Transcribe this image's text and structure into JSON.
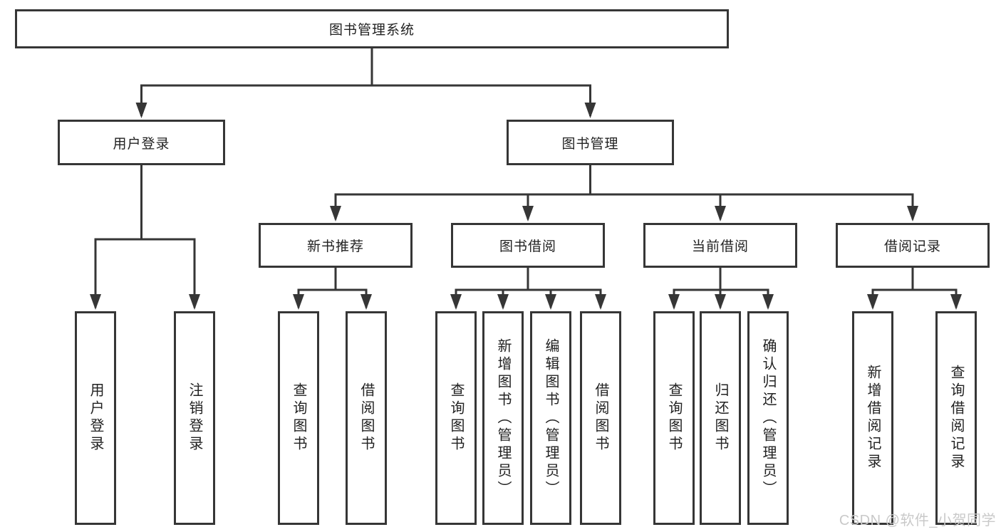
{
  "diagram_title": "图书管理系统",
  "tree": {
    "root": {
      "label": "图书管理系统"
    },
    "branches": [
      {
        "label": "用户登录",
        "leaves": [
          {
            "label": "用户登录"
          },
          {
            "label": "注销登录"
          }
        ]
      },
      {
        "label": "图书管理",
        "groups": [
          {
            "label": "新书推荐",
            "leaves": [
              {
                "label": "查询图书"
              },
              {
                "label": "借阅图书"
              }
            ]
          },
          {
            "label": "图书借阅",
            "leaves": [
              {
                "label": "查询图书"
              },
              {
                "label": "新增图书（管理员）"
              },
              {
                "label": "编辑图书（管理员）"
              },
              {
                "label": "借阅图书"
              }
            ]
          },
          {
            "label": "当前借阅",
            "leaves": [
              {
                "label": "查询图书"
              },
              {
                "label": "归还图书"
              },
              {
                "label": "确认归还（管理员）"
              }
            ]
          },
          {
            "label": "借阅记录",
            "leaves": [
              {
                "label": "新增借阅记录"
              },
              {
                "label": "查询借阅记录"
              }
            ]
          }
        ]
      }
    ]
  },
  "watermark": "CSDN @软件_小贺同学",
  "colors": {
    "line": "#363636",
    "box_border": "#363636",
    "box_fill": "#ffffff",
    "text": "#222222",
    "watermark": "#c9c9c9",
    "background": "#ffffff"
  }
}
